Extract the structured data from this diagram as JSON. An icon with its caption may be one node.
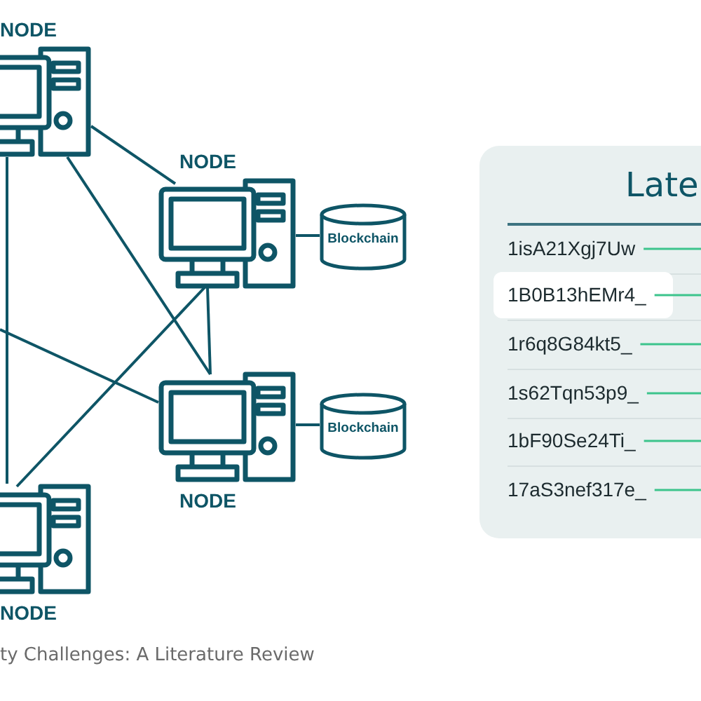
{
  "diagram": {
    "caption": "ty Challenges: A Literature Review",
    "nodes": [
      {
        "text": [
          "NODE"
        ]
      },
      {
        "text": [
          "NODE"
        ]
      },
      {
        "text": [
          "Blockchain"
        ]
      },
      {
        "text": [
          "NODE"
        ]
      },
      {
        "text": [
          "Blockchain"
        ]
      },
      {
        "text": [
          "NODE"
        ]
      },
      {
        "text": [
          "Late"
        ]
      },
      {
        "text": [
          "1isA21Xgj7Uw"
        ],
        "in": 6
      },
      {
        "text": [
          "1B0B13hEMr4_"
        ],
        "in": 6
      },
      {
        "text": [
          "1r6q8G84kt5_"
        ],
        "in": 6
      },
      {
        "text": [
          "1s62Tqn53p9_"
        ],
        "in": 6
      },
      {
        "text": [
          "1bF90Se24Ti_"
        ],
        "in": 6
      },
      {
        "text": [
          "17aS3nef317e_"
        ],
        "in": 6
      }
    ],
    "edges": [
      {
        "from": 0,
        "to": 1,
        "arrow": "none"
      },
      {
        "from": 0,
        "to": 3,
        "arrow": "none"
      },
      {
        "from": 0,
        "to": 5,
        "arrow": "none"
      },
      {
        "from": 1,
        "to": 3,
        "arrow": "none"
      },
      {
        "from": 1,
        "to": 5,
        "arrow": "none"
      },
      {
        "from": null,
        "to": 3,
        "arrow": "none"
      },
      {
        "from": 1,
        "to": 2,
        "arrow": "none"
      },
      {
        "from": 3,
        "to": 4,
        "arrow": "none"
      },
      {
        "from": 7,
        "to": null,
        "arrow": "none",
        "color": "#3cc48c"
      },
      {
        "from": 8,
        "to": null,
        "arrow": "none",
        "color": "#3cc48c"
      },
      {
        "from": 9,
        "to": null,
        "arrow": "none",
        "color": "#3cc48c"
      },
      {
        "from": 10,
        "to": null,
        "arrow": "none",
        "color": "#3cc48c"
      },
      {
        "from": 11,
        "to": null,
        "arrow": "none",
        "color": "#3cc48c"
      },
      {
        "from": 12,
        "to": null,
        "arrow": "none",
        "color": "#3cc48c"
      }
    ]
  }
}
